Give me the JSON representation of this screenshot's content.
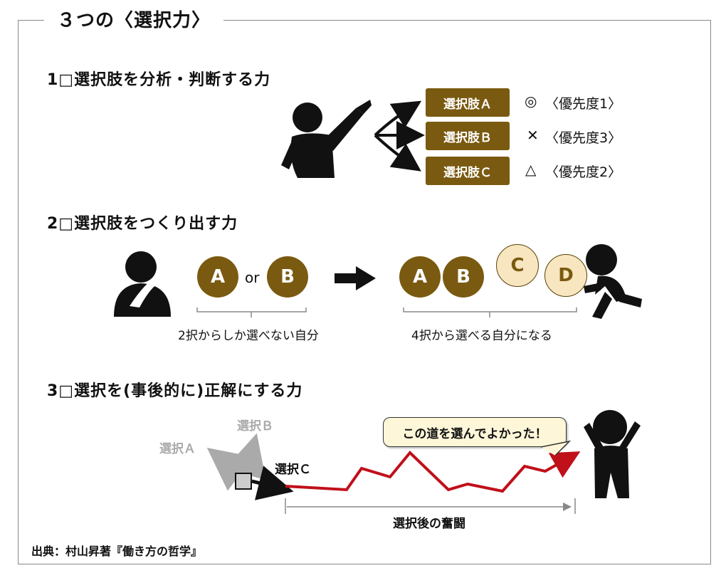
{
  "title": "３つの〈選択力〉",
  "section1": {
    "heading": "1□選択肢を分析・判断する力",
    "options": [
      {
        "label": "選択肢Ａ",
        "mark": "◎",
        "priority": "〈優先度1〉"
      },
      {
        "label": "選択肢Ｂ",
        "mark": "✕",
        "priority": "〈優先度3〉"
      },
      {
        "label": "選択肢Ｃ",
        "mark": "△",
        "priority": "〈優先度2〉"
      }
    ]
  },
  "section2": {
    "heading": "2□選択肢をつくり出す力",
    "left": {
      "a": "A",
      "or": "or",
      "b": "B",
      "caption": "2択からしか選べない自分"
    },
    "right": {
      "a": "A",
      "b": "B",
      "c": "C",
      "d": "D",
      "caption": "4択から選べる自分になる"
    }
  },
  "section3": {
    "heading": "3□選択を(事後的に)正解にする力",
    "choice_a": "選択Ａ",
    "choice_b": "選択Ｂ",
    "choice_c": "選択Ｃ",
    "bubble": "この道を選んでよかった！",
    "struggle": "選択後の奮闘"
  },
  "source": "出典：村山昇著『働き方の哲学』",
  "colors": {
    "brown": "#7a5a10",
    "cream": "#f7e6bf",
    "red": "#c0101a",
    "gray": "#aaaaaa"
  }
}
